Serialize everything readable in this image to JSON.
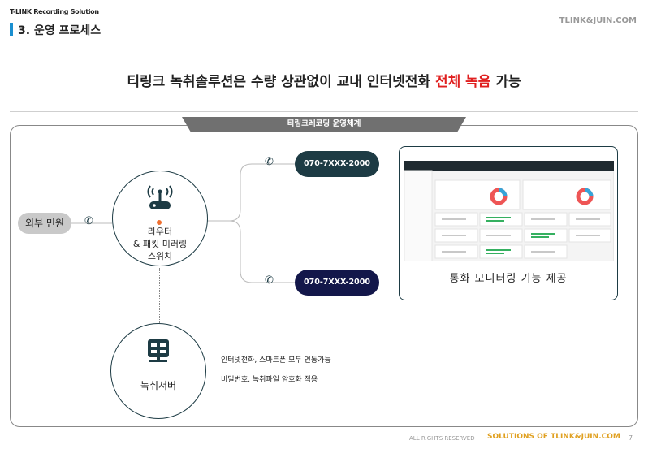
{
  "header": {
    "brand_sub": "T-LINK Recording Solution",
    "section_title": "3. 운영 프로세스",
    "site": "TLINK&JUIN.COM"
  },
  "headline": {
    "before": "티링크 녹취솔루션은 수량 상관없이 교내 인터넷전화 ",
    "highlight": "전체 녹음",
    "after": " 가능"
  },
  "diagram": {
    "banner": "티링크레코딩 운영체계",
    "external_label": "외부 민원",
    "router_lines": [
      "라우터",
      "& 패킷 미러링",
      "스위치"
    ],
    "server_label": "녹취서버",
    "ext1": "070-7XXX-2000",
    "ext2": "070-7XXX-2000",
    "monitor_label": "통화 모니터링 기능 제공",
    "note1": "인터넷전화, 스마트폰 모두 연동가능",
    "note2": "비밀번호, 녹취파일 암호화 적용"
  },
  "colors": {
    "accent": "#1a8fd0",
    "highlight": "#e02020",
    "dark_teal": "#1d3b44",
    "navy": "#13174a",
    "gold": "#e0a020"
  },
  "footer": {
    "rights": "ALL RIGHTS RESERVED",
    "solution": "SOLUTIONS OF TLINK&JUIN.COM",
    "page": "7"
  }
}
